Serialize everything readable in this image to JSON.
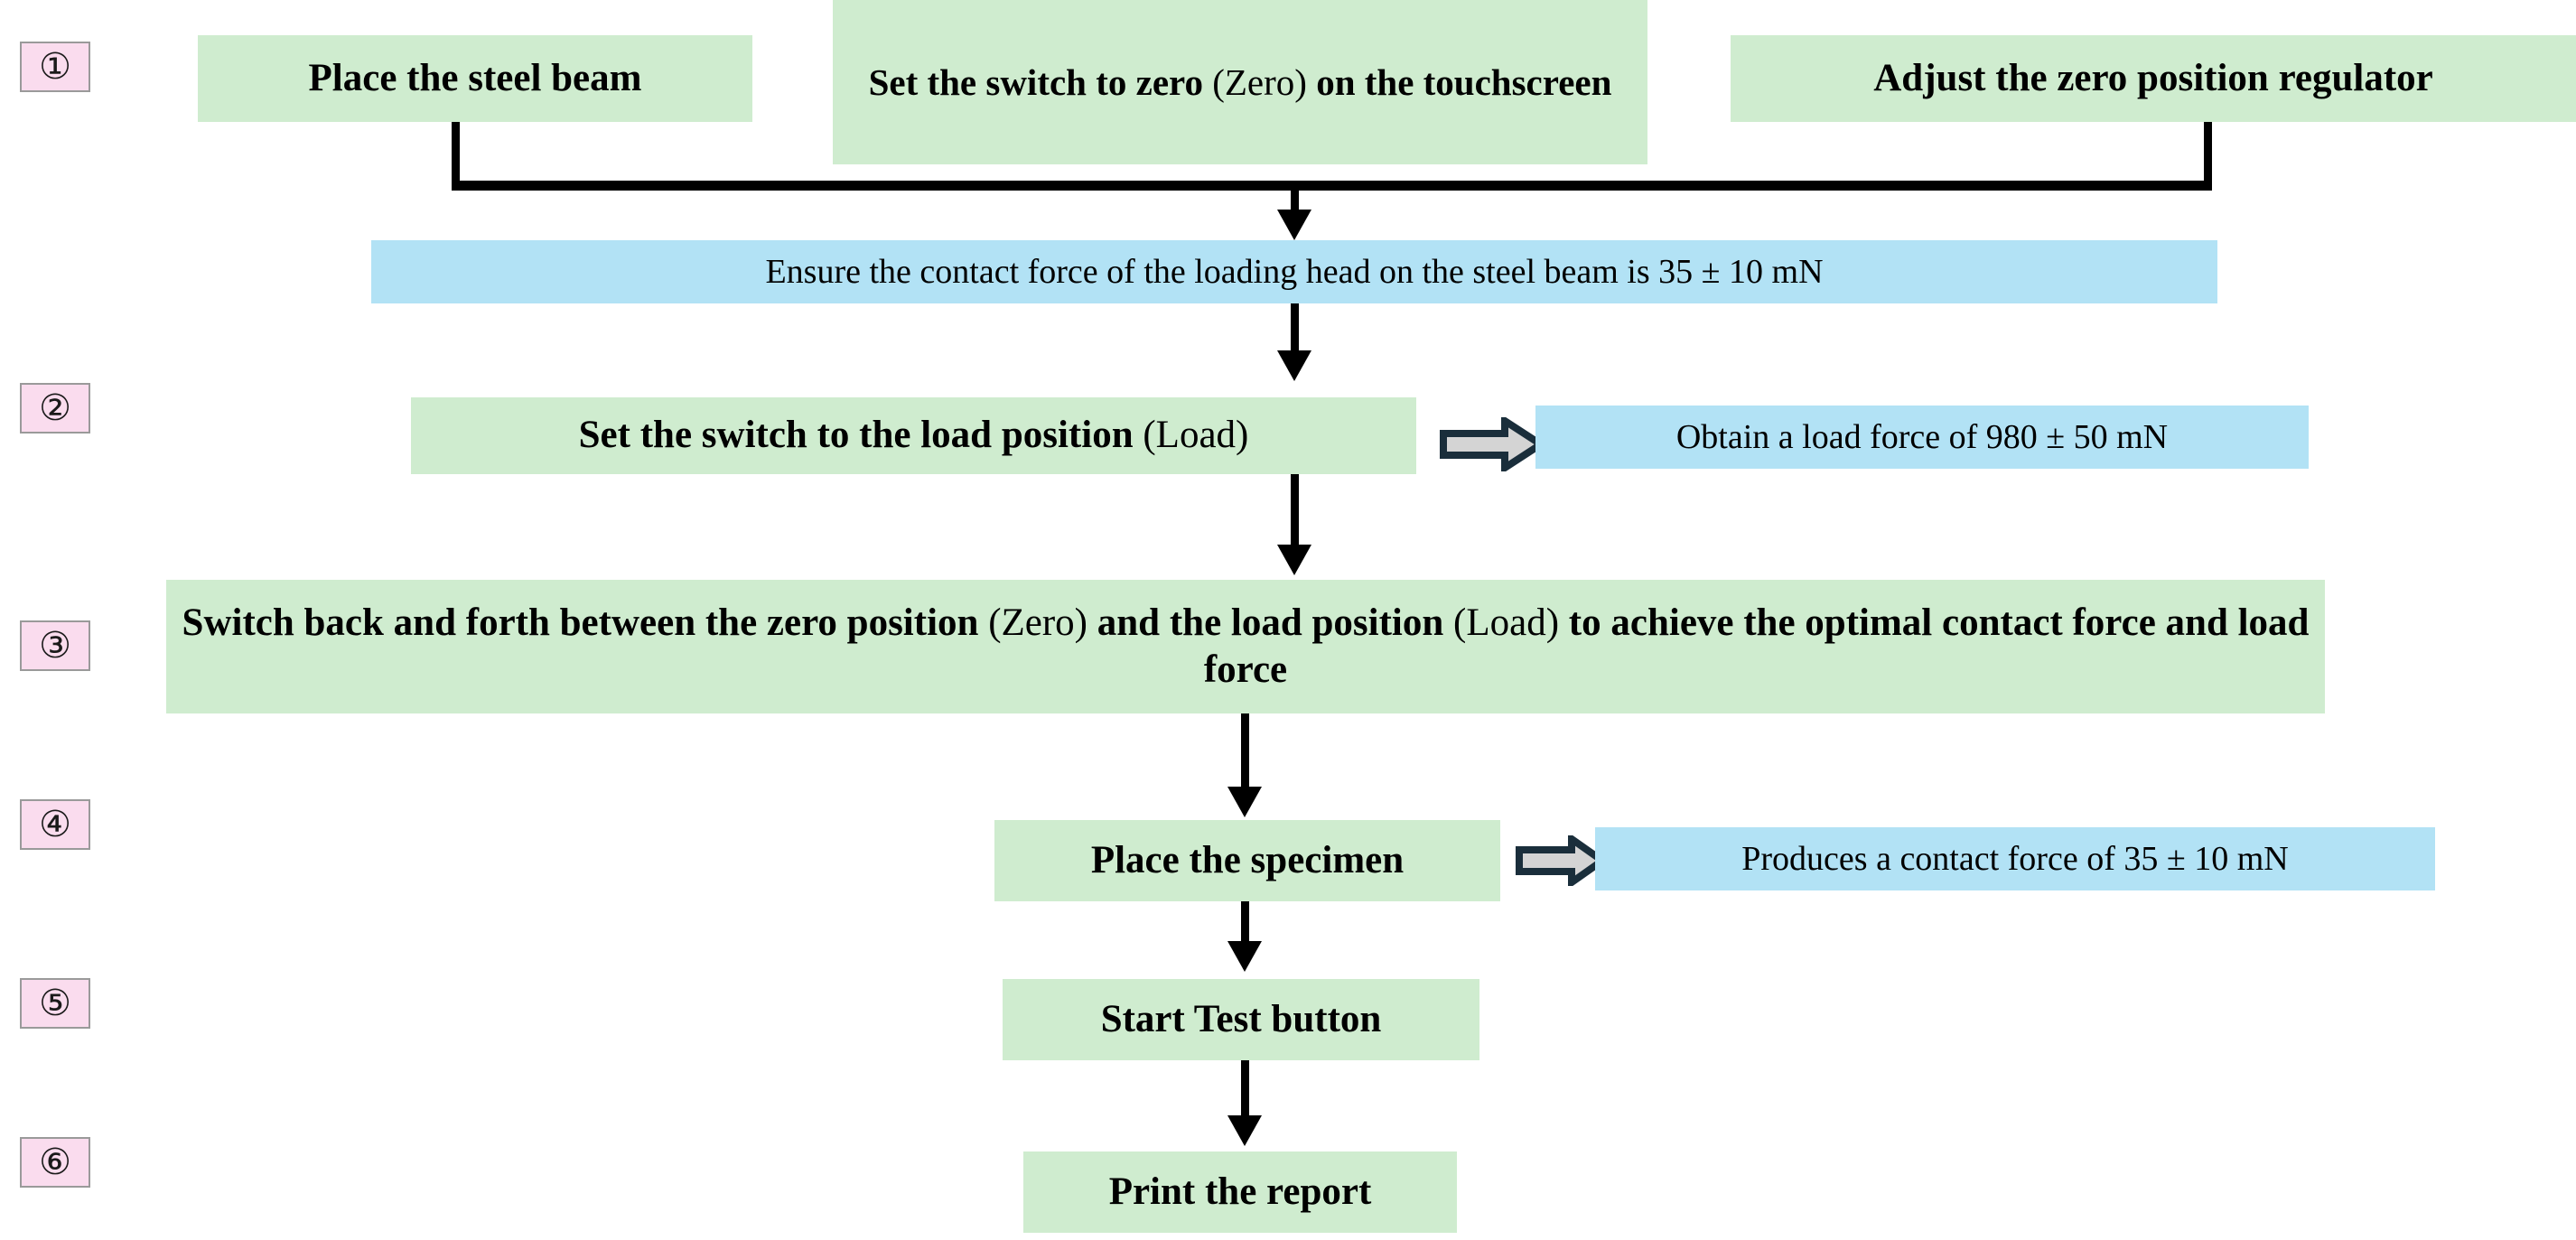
{
  "diagram": {
    "title": "Steel beam load test operating procedure flowchart",
    "colors": {
      "green_box": "#cfeccf",
      "blue_box": "#b2e2f5",
      "badge_fill": "#fadcee",
      "badge_border": "#9a9a9a",
      "connector": "#000000",
      "block_arrow_fill": "#d4d4d4",
      "block_arrow_stroke": "#1a2e3b"
    },
    "badges": [
      {
        "id": "step-1",
        "label": "①"
      },
      {
        "id": "step-2",
        "label": "②"
      },
      {
        "id": "step-3",
        "label": "③"
      },
      {
        "id": "step-4",
        "label": "④"
      },
      {
        "id": "step-5",
        "label": "⑤"
      },
      {
        "id": "step-6",
        "label": "⑥"
      }
    ],
    "nodes": {
      "place_steel_beam": "Place the steel beam",
      "set_switch_zero_main": "Set the switch to zero",
      "set_switch_zero_paren": "(Zero)",
      "set_switch_zero_tail": " on the touchscreen",
      "adjust_zero_regulator": "Adjust the zero position regulator",
      "ensure_contact_force": "Ensure the contact force of the loading head on the steel beam is 35 ± 10 mN",
      "set_switch_load_main": "Set the switch to the load position",
      "set_switch_load_paren": "(Load)",
      "obtain_load_force": "Obtain a load force of 980 ± 50 mN",
      "switch_back_forth_a": "Switch back and forth between the zero position",
      "switch_back_forth_zero": "(Zero)",
      "switch_back_forth_b": " and the load position ",
      "switch_back_forth_load": "(Load)",
      "switch_back_forth_c": " to achieve the optimal contact force and load force",
      "place_specimen": "Place the specimen",
      "produces_contact_force": "Produces a contact force of 35 ± 10 mN",
      "start_test_button": "Start Test button",
      "print_the_report": "Print the report"
    },
    "connectors": [
      {
        "id": "beam-to-junction",
        "type": "elbow-down"
      },
      {
        "id": "regulator-to-junction",
        "type": "elbow-down"
      },
      {
        "id": "junction-to-ensure",
        "type": "arrow-down"
      },
      {
        "id": "ensure-to-load",
        "type": "arrow-down"
      },
      {
        "id": "load-to-switchback",
        "type": "arrow-down"
      },
      {
        "id": "switchback-to-specimen",
        "type": "arrow-down"
      },
      {
        "id": "specimen-to-starttest",
        "type": "arrow-down"
      },
      {
        "id": "starttest-to-print",
        "type": "arrow-down"
      },
      {
        "id": "load-to-obtain",
        "type": "block-arrow-right"
      },
      {
        "id": "specimen-to-produces",
        "type": "block-arrow-right"
      }
    ]
  }
}
